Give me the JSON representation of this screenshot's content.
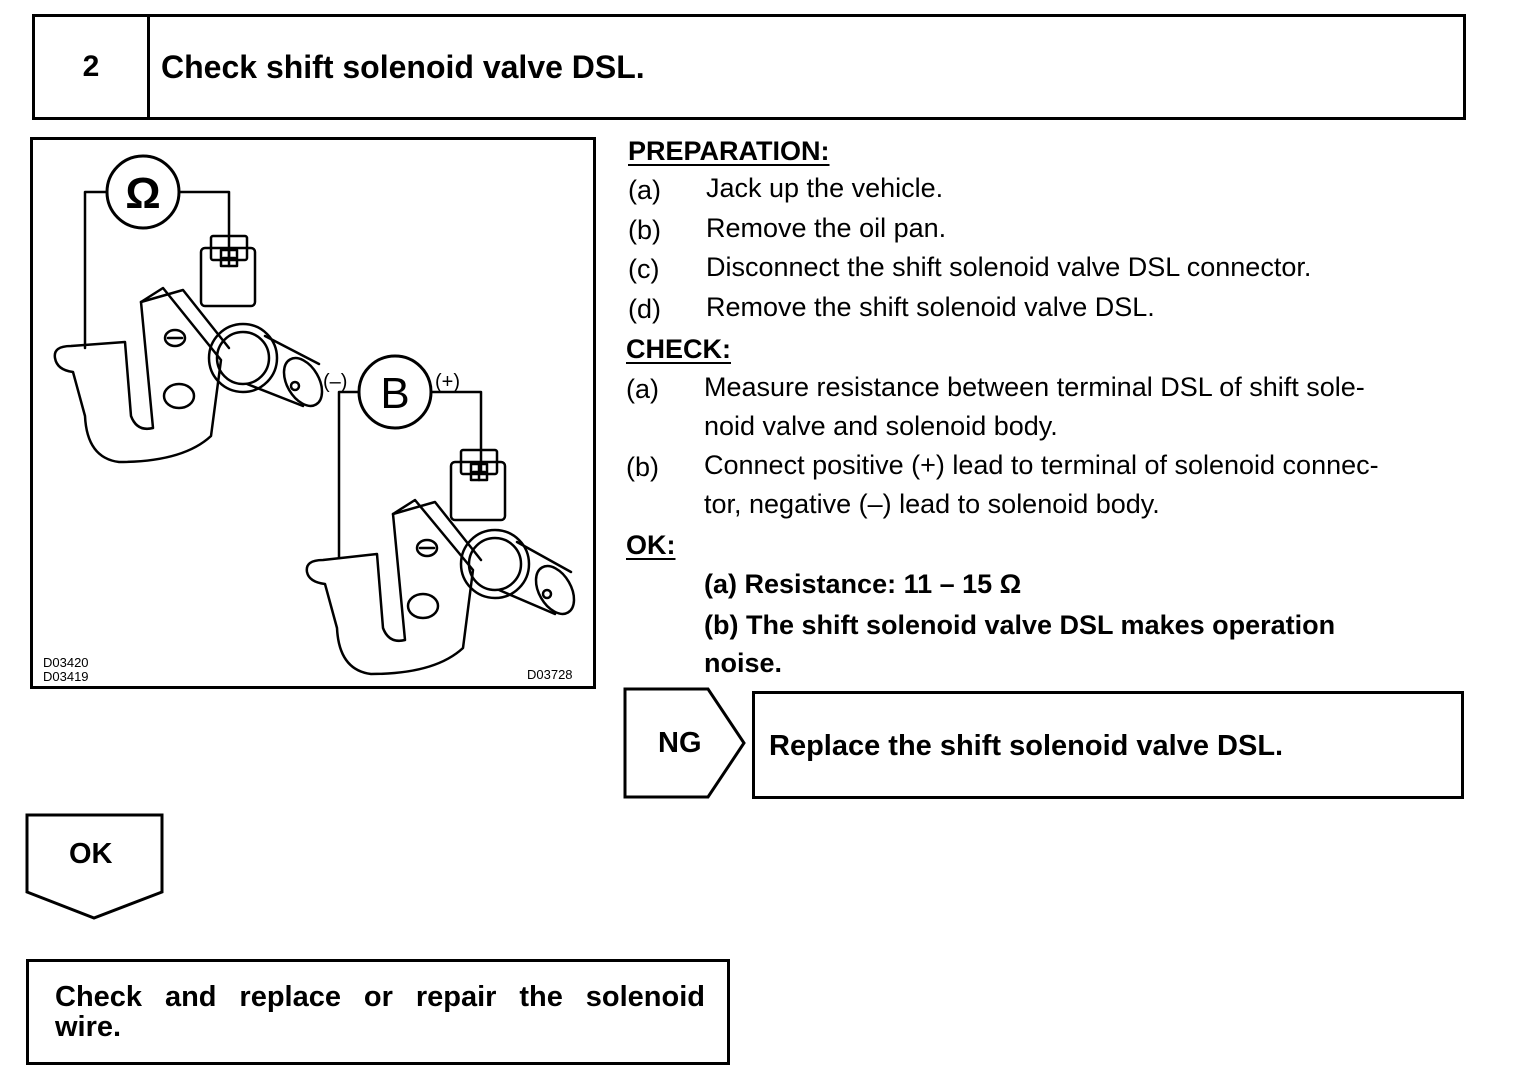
{
  "step": {
    "number": "2",
    "title": "Check shift solenoid valve DSL."
  },
  "figure": {
    "meter_symbols": [
      "Ω",
      "B"
    ],
    "polarity": {
      "negative": "(–)",
      "positive": "(+)"
    },
    "codes": {
      "left_top": "D03420",
      "left_bottom": "D03419",
      "right": "D03728"
    }
  },
  "preparation": {
    "heading": "PREPARATION:",
    "items": [
      {
        "letter": "(a)",
        "text": "Jack up the vehicle."
      },
      {
        "letter": "(b)",
        "text": "Remove the oil pan."
      },
      {
        "letter": "(c)",
        "text": "Disconnect the shift solenoid valve DSL connector."
      },
      {
        "letter": "(d)",
        "text": "Remove the shift solenoid valve DSL."
      }
    ]
  },
  "check": {
    "heading": "CHECK:",
    "items": [
      {
        "letter": "(a)",
        "line1": "Measure resistance between terminal DSL of shift sole-",
        "line2": "noid valve and solenoid body."
      },
      {
        "letter": "(b)",
        "line1": "Connect positive (+) lead to terminal of solenoid connec-",
        "line2": "tor, negative (–) lead to solenoid body."
      }
    ]
  },
  "ok_spec": {
    "heading": "OK:",
    "line_a": "(a) Resistance: 11 – 15 Ω",
    "line_b1": "(b) The shift solenoid valve DSL makes operation",
    "line_b2": "noise."
  },
  "ng_branch": {
    "label": "NG",
    "action": "Replace the shift solenoid valve DSL."
  },
  "ok_branch": {
    "label": "OK",
    "action_line1": "Check and replace or repair the solenoid",
    "action_line2": "wire."
  }
}
